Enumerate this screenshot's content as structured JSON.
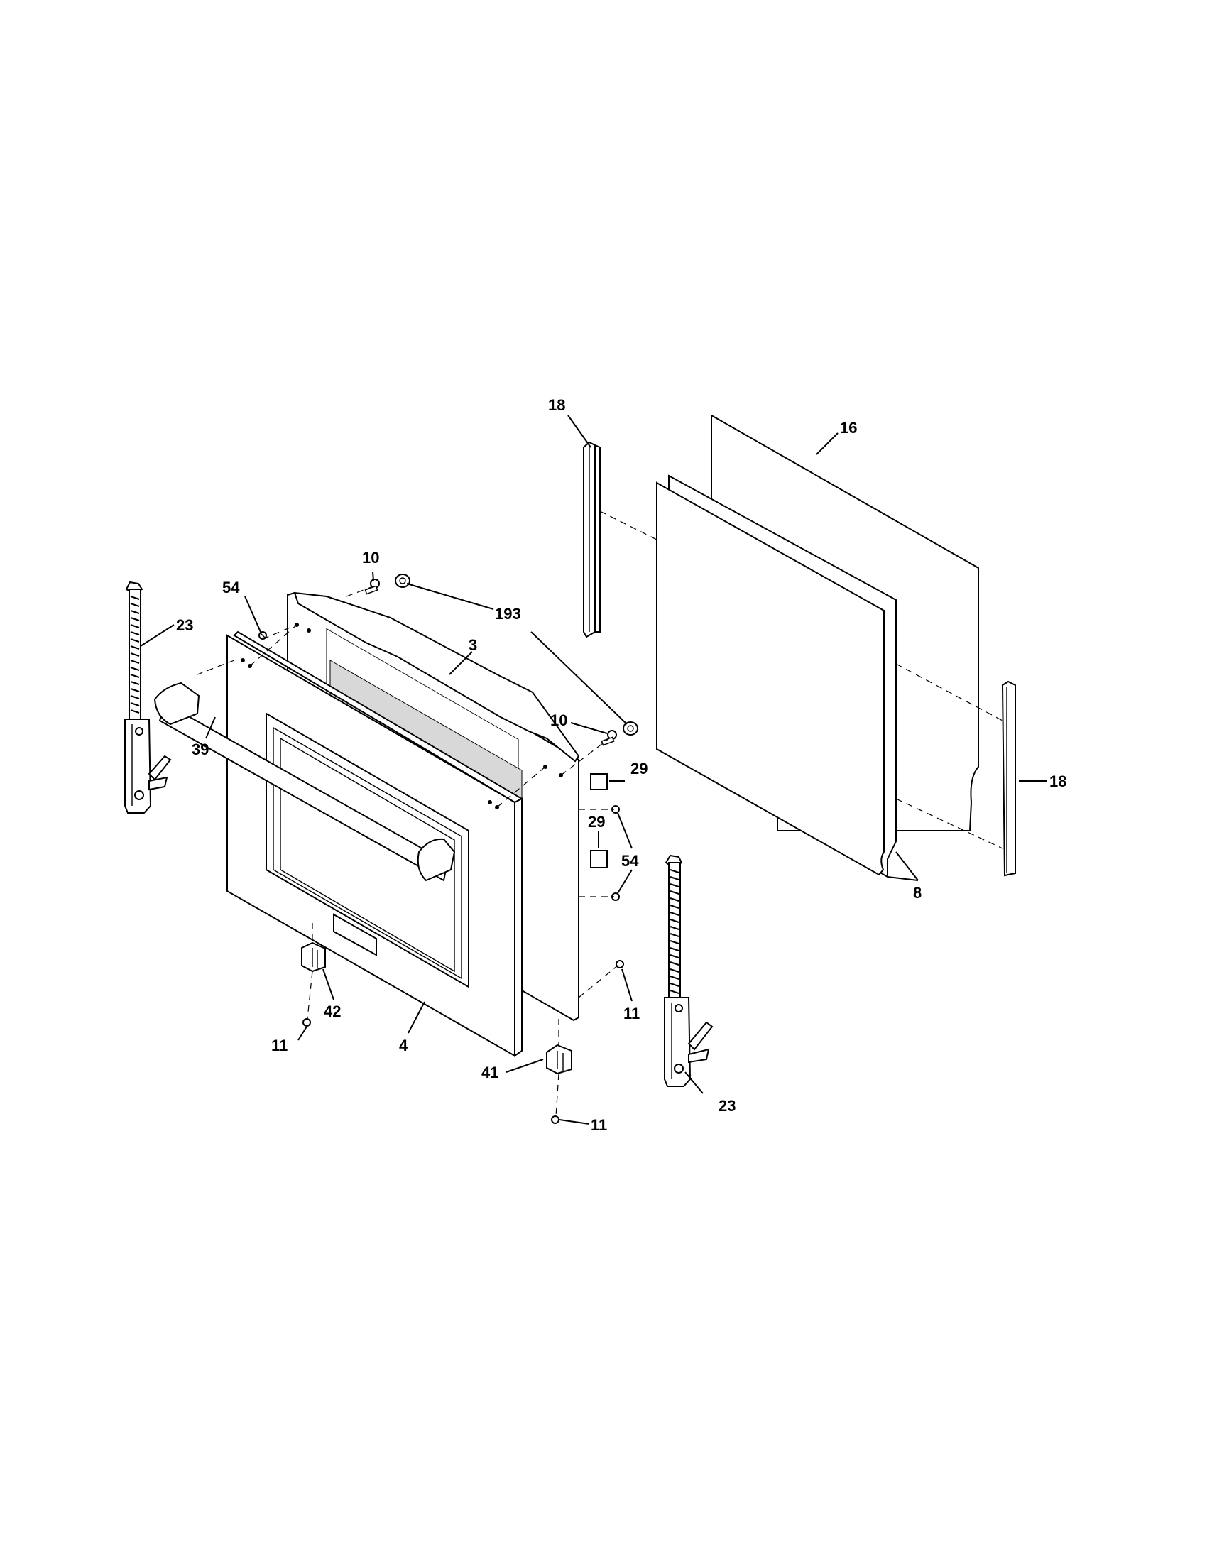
{
  "callouts": {
    "c18_top": "18",
    "c16": "16",
    "c10_top": "10",
    "c54_top": "54",
    "c23_left": "23",
    "c193": "193",
    "c3": "3",
    "c10_mid": "10",
    "c29_top": "29",
    "c39": "39",
    "c18_right": "18",
    "c29_mid": "29",
    "c54_right": "54",
    "c8": "8",
    "c42": "42",
    "c11_right": "11",
    "c11_left": "11",
    "c4": "4",
    "c41": "41",
    "c23_right": "23",
    "c11_bottom": "11"
  },
  "parts": {
    "outer_door_panel": "4",
    "door_frame": "3",
    "glass_front": "8",
    "glass_rear": "16",
    "glass_retainer_left": "18",
    "glass_retainer_right": "18",
    "hinge_left": "23",
    "hinge_right": "23",
    "handle": "39",
    "trim_bracket_left": "42",
    "trim_bracket_right": "41",
    "insulation_pad": "29"
  },
  "colors": {
    "line": "#000000",
    "background": "#ffffff"
  }
}
